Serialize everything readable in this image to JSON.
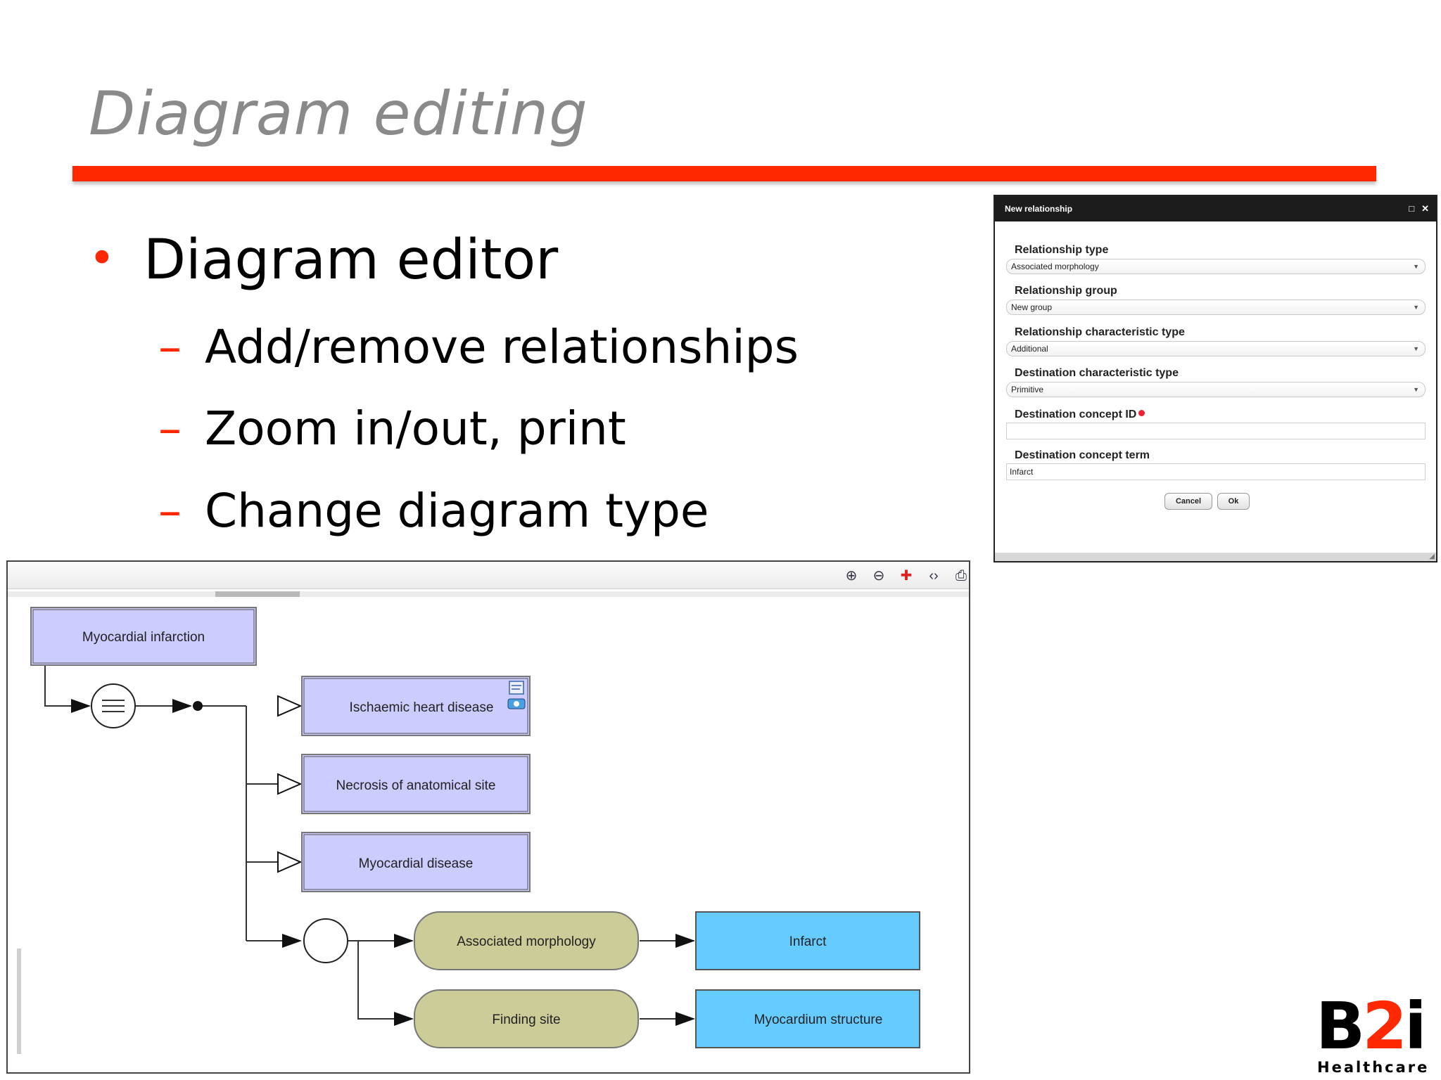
{
  "slide": {
    "title": "Diagram editing",
    "bullet": "Diagram editor",
    "sub_bullets": [
      "Add/remove relationships",
      "Zoom in/out, print",
      "Change diagram type"
    ],
    "bullet_marker": "•",
    "dash_marker": "–"
  },
  "dialog": {
    "title": "New relationship",
    "fields": [
      {
        "label": "Relationship type",
        "value": "Associated morphology"
      },
      {
        "label": "Relationship group",
        "value": "New group"
      },
      {
        "label": "Relationship characteristic type",
        "value": "Additional"
      },
      {
        "label": "Destination characteristic type",
        "value": "Primitive"
      },
      {
        "label": "Destination concept ID",
        "value": ""
      },
      {
        "label": "Destination concept term",
        "value": "Infarct"
      }
    ],
    "cancel_label": "Cancel",
    "ok_label": "Ok"
  },
  "diagram": {
    "toolbar_icons": [
      "zoom-in-icon",
      "zoom-out-icon",
      "change-diagram-type-icon",
      "code-toggle-icon",
      "print-icon"
    ],
    "root": "Myocardial infarction",
    "parents": [
      "Ischaemic heart disease",
      "Necrosis of anatomical site",
      "Myocardial disease"
    ],
    "attributes": [
      {
        "name": "Associated morphology",
        "value": "Infarct"
      },
      {
        "name": "Finding site",
        "value": "Myocardium structure"
      }
    ]
  },
  "colors": {
    "accent": "#ff2800",
    "concept_fill": "#ccccff",
    "attribute_fill": "#cccc99",
    "value_fill": "#66ccff"
  },
  "logo": {
    "brand": "B2i",
    "tagline": "Healthcare"
  }
}
